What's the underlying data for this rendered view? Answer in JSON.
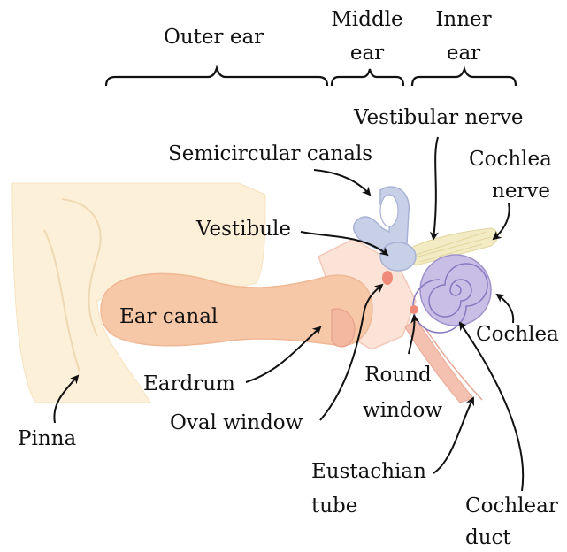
{
  "labels": {
    "outer_ear": "Outer ear",
    "middle_ear_line1": "Middle",
    "middle_ear_line2": "ear",
    "inner_ear_line1": "Inner",
    "inner_ear_line2": "ear",
    "vestibular_nerve": "Vestibular nerve",
    "semicircular_canals": "Semicircular canals",
    "cochlea_nerve_line1": "Cochlea",
    "cochlea_nerve_line2": "nerve",
    "vestibule": "Vestibule",
    "ear_canal": "Ear canal",
    "cochlea": "Cochlea",
    "round_window_line1": "Round",
    "round_window_line2": "window",
    "eardrum": "Eardrum",
    "oval_window": "Oval window",
    "pinna": "Pinna",
    "eustachian_tube_line1": "Eustachian",
    "eustachian_tube_line2": "tube",
    "cochlear_duct_line1": "Cochlear",
    "cochlear_duct_line2": "duct"
  },
  "colors": {
    "pinna": "#fdf0d8",
    "ear_canal": "#f7c8a8",
    "semicircular_canals": "#c8d0e8",
    "cochlea": "#c9bfe6",
    "nerve": "#f2ebc4",
    "window": "#f08a78",
    "tube": "#f4c0b0",
    "leader_line": "#111111"
  }
}
